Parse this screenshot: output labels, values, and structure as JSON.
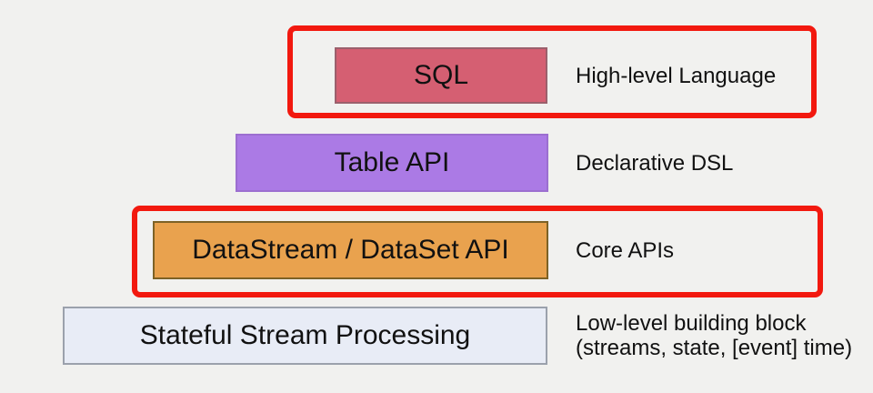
{
  "diagram": {
    "description": "Flink API stack layer diagram",
    "background_color": "#f1f1ef",
    "highlight_color": "#f2190f",
    "text_color": "#111111",
    "layers": [
      {
        "id": "sql",
        "box_label": "SQL",
        "side_label": "High-level Language",
        "side_label_line2": "",
        "fill": "#d55f72",
        "border": "#9b606c",
        "highlighted": true
      },
      {
        "id": "table-api",
        "box_label": "Table API",
        "side_label": "Declarative DSL",
        "side_label_line2": "",
        "fill": "#ab7ae5",
        "border": "#9c6fd0",
        "highlighted": false
      },
      {
        "id": "datastream-dataset-api",
        "box_label": "DataStream / DataSet API",
        "side_label": "Core APIs",
        "side_label_line2": "",
        "fill": "#e9a24e",
        "border": "#7d6226",
        "highlighted": true
      },
      {
        "id": "stateful-stream-processing",
        "box_label": "Stateful Stream Processing",
        "side_label": "Low-level building block",
        "side_label_line2": "(streams, state, [event] time)",
        "fill": "#e8ecf6",
        "border": "#9ba1ac",
        "highlighted": false
      }
    ]
  }
}
